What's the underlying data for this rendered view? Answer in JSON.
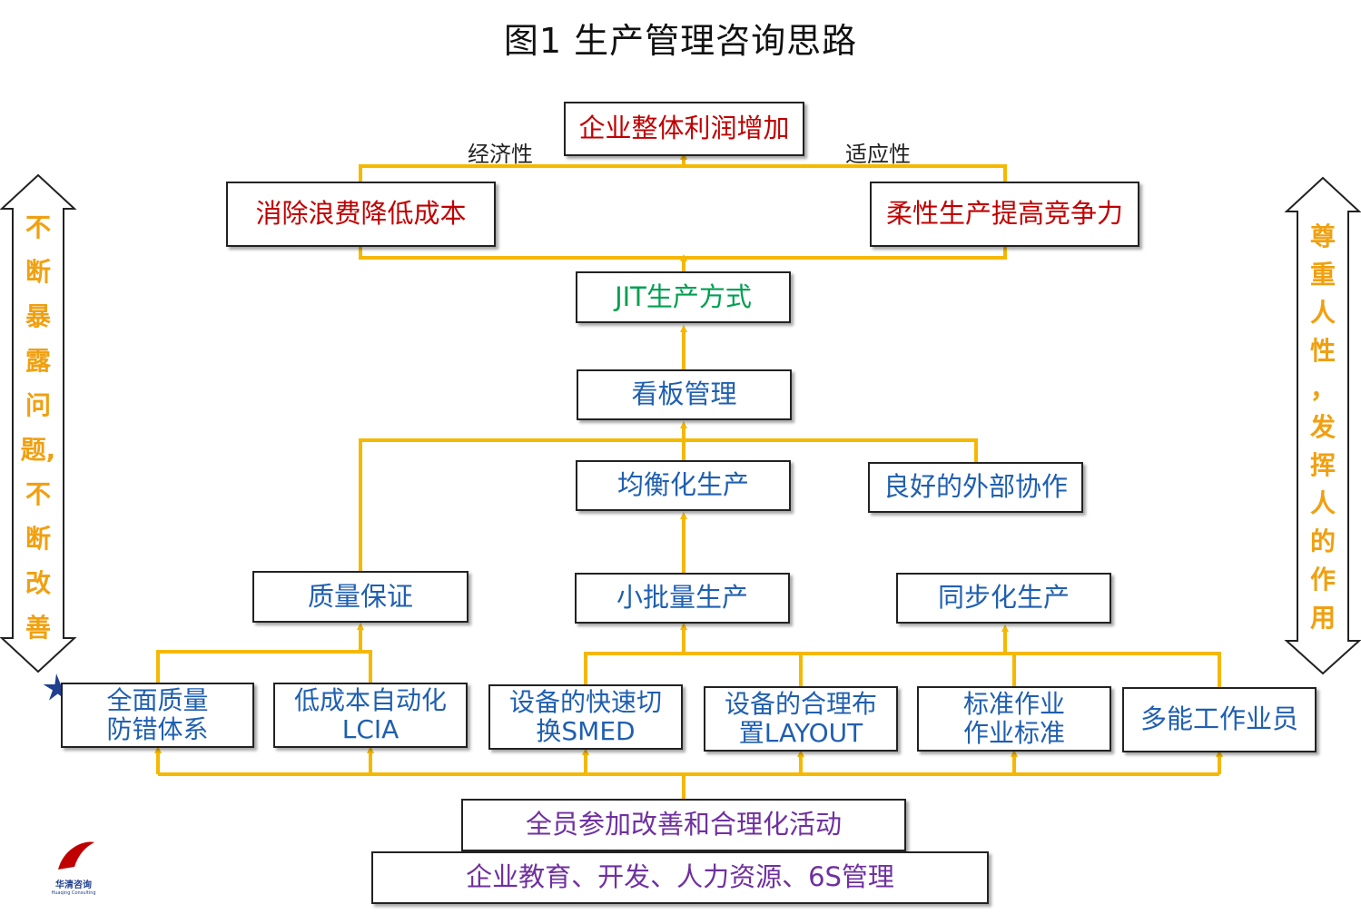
{
  "title": "图1  生产管理咨询思路",
  "edge_labels": {
    "left": "经济性",
    "right": "适应性"
  },
  "nodes": {
    "profit": "企业整体利润增加",
    "eliminate_waste": "消除浪费降低成本",
    "flexible": "柔性生产提高竞争力",
    "jit": "JIT生产方式",
    "kanban": "看板管理",
    "leveling": "均衡化生产",
    "external": "良好的外部协作",
    "quality": "质量保证",
    "small_batch": "小批量生产",
    "sync": "同步化生产",
    "tqm_line1": "全面质量",
    "tqm_line2": "防错体系",
    "lcia_line1": "低成本自动化",
    "lcia_line2": "LCIA",
    "smed_line1": "设备的快速切",
    "smed_line2": "换SMED",
    "layout_line1": "设备的合理布",
    "layout_line2": "置LAYOUT",
    "std_line1": "标准作业",
    "std_line2": "作业标准",
    "multi_skill": "多能工作业员",
    "all_staff": "全员参加改善和合理化活动",
    "education": "企业教育、开发、人力资源、6S管理"
  },
  "side_left": [
    "不",
    "断",
    "暴",
    "露",
    "问",
    "题,",
    "不",
    "断",
    "改",
    "善"
  ],
  "side_right": [
    "尊",
    "重",
    "人",
    "性",
    "，",
    "发",
    "挥",
    "人",
    "的",
    "作",
    "用"
  ],
  "logo": {
    "name": "华清咨询",
    "tagline": "Huaqing Consulting"
  },
  "colors": {
    "line": "#f5b800",
    "result": "#c00000",
    "jit": "#00a050",
    "method": "#1f5fb0",
    "foundation": "#7030a0",
    "side_text": "#f0a010"
  }
}
